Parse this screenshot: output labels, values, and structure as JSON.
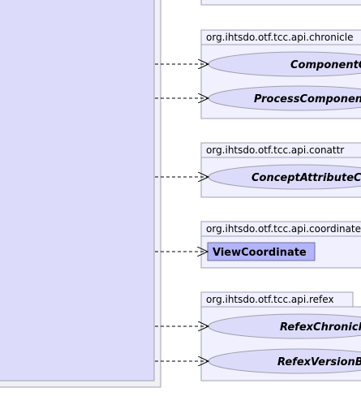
{
  "colors": {
    "package_fill": "#f0f0ff",
    "package_border": "#a0a0b0",
    "class_fill": "#dcdcfa",
    "source_fill": "#dcdcfa",
    "outer_frame_fill": "#f0f0f5",
    "highlight_fill": "#b4b4fa",
    "arrow": "#000000"
  },
  "packages": [
    {
      "name": "org.ihtsdo.otf.tcc.api.chronicle",
      "classes": [
        {
          "label": "ComponentC",
          "kind": "interface"
        },
        {
          "label": "ProcessComponen",
          "kind": "interface"
        }
      ]
    },
    {
      "name": "org.ihtsdo.otf.tcc.api.conattr",
      "classes": [
        {
          "label": "ConceptAttributeC",
          "kind": "interface"
        }
      ]
    },
    {
      "name": "org.ihtsdo.otf.tcc.api.coordinate",
      "classes": [
        {
          "label": "ViewCoordinate",
          "kind": "class"
        }
      ]
    },
    {
      "name": "org.ihtsdo.otf.tcc.api.refex",
      "classes": [
        {
          "label": "RefexChronicl",
          "kind": "interface"
        },
        {
          "label": "RefexVersionB",
          "kind": "interface"
        }
      ]
    }
  ]
}
